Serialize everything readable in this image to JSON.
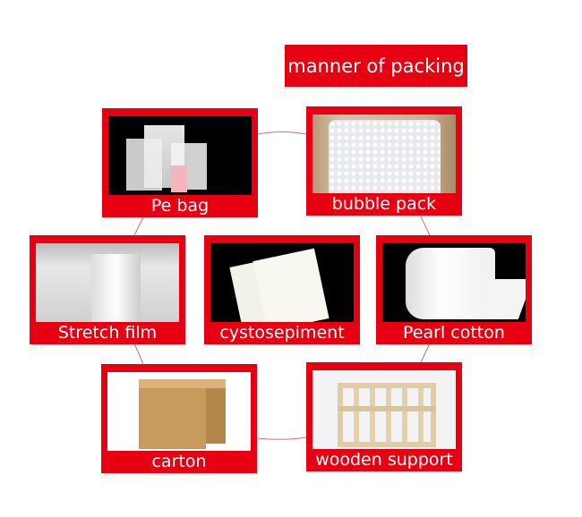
{
  "title": "manner of packing",
  "items": [
    {
      "label": "Pe bag"
    },
    {
      "label": "bubble pack"
    },
    {
      "label": "Stretch film"
    },
    {
      "label": "cystosepiment"
    },
    {
      "label": "Pearl cotton"
    },
    {
      "label": "carton"
    },
    {
      "label": "wooden support"
    }
  ],
  "colors": {
    "accent": "#e60012",
    "connector": "#c9707a"
  }
}
